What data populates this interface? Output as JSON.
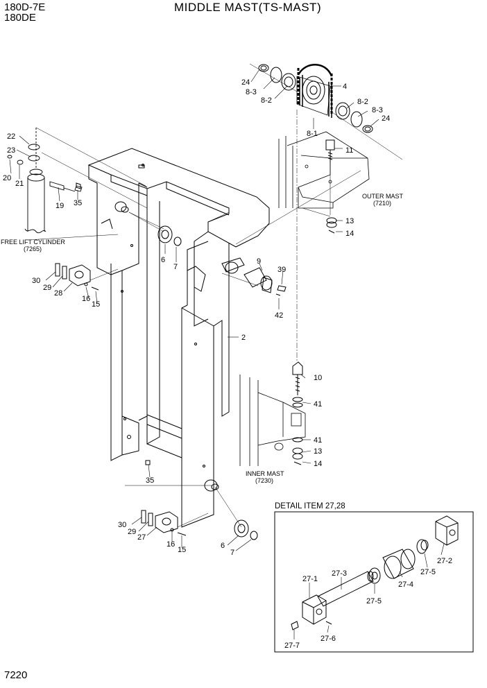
{
  "header": {
    "model_line1": "180D-7E",
    "model_line2": "180DE",
    "title": "MIDDLE MAST(TS-MAST)"
  },
  "footer": {
    "page_number": "7220"
  },
  "references": {
    "free_lift_cylinder": "FREE LIFT CYLINDER",
    "free_lift_cylinder_no": "(7265)",
    "outer_mast": "OUTER MAST",
    "outer_mast_no": "(7210)",
    "inner_mast": "INNER MAST",
    "inner_mast_no": "(7230)"
  },
  "detail": {
    "title": "DETAIL ITEM 27,28"
  },
  "callouts": {
    "c24a": "24",
    "c83a": "8-3",
    "c82a": "8-2",
    "c4": "4",
    "c82b": "8-2",
    "c83b": "8-3",
    "c24b": "24",
    "c81": "8-1",
    "c11": "11",
    "c13a": "13",
    "c14a": "14",
    "c22": "22",
    "c23": "23",
    "c20": "20",
    "c21": "21",
    "c19": "19",
    "c35a": "35",
    "c6a": "6",
    "c7a": "7",
    "c9": "9",
    "c39": "39",
    "c42": "42",
    "c2": "2",
    "c30a": "30",
    "c29a": "29",
    "c28": "28",
    "c16a": "16",
    "c15a": "15",
    "c10": "10",
    "c41a": "41",
    "c41b": "41",
    "c13b": "13",
    "c14b": "14",
    "c35b": "35",
    "c30b": "30",
    "c29b": "29",
    "c27": "27",
    "c16b": "16",
    "c15b": "15",
    "c6b": "6",
    "c7b": "7",
    "d271": "27-1",
    "d273": "27-3",
    "d275a": "27-5",
    "d274": "27-4",
    "d275b": "27-5",
    "d272": "27-2",
    "d277": "27-7",
    "d276": "27-6"
  }
}
